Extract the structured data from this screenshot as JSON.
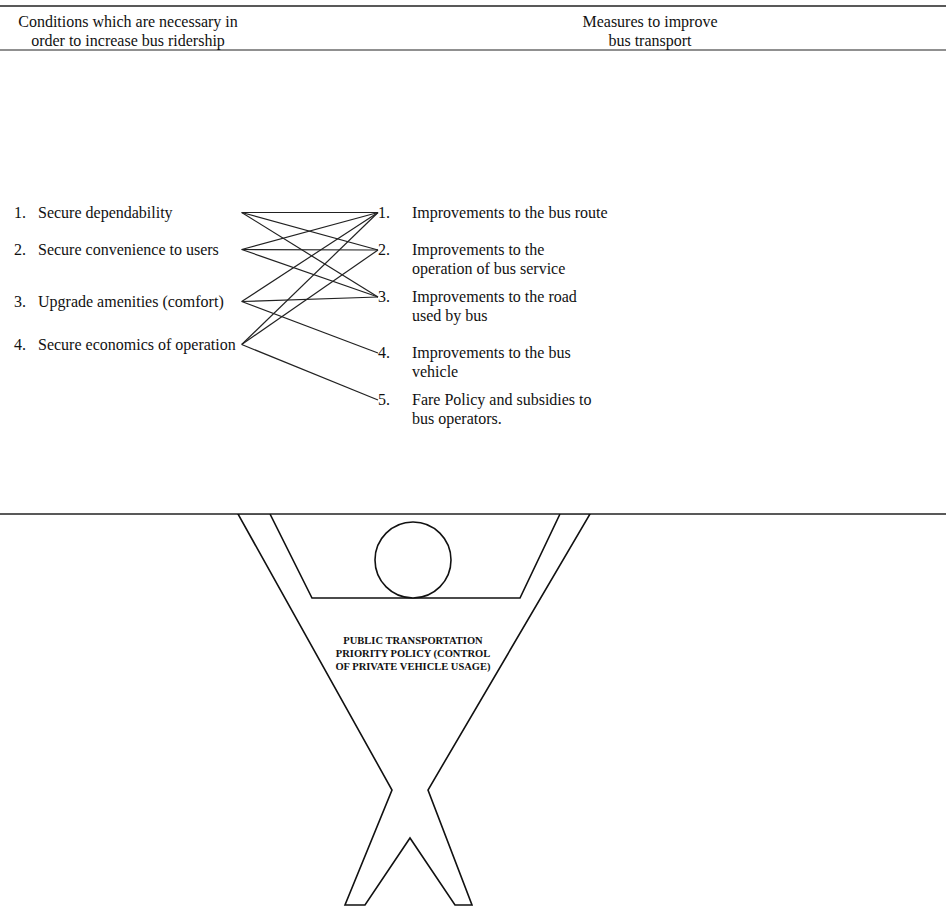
{
  "diagram": {
    "nodes": [
      {
        "text": [
          "1.",
          "Secure dependability"
        ]
      },
      {
        "text": [
          "2.",
          "Secure convenience to users"
        ]
      },
      {
        "text": [
          "3.",
          "Upgrade amenities (comfort)"
        ]
      },
      {
        "text": [
          "4.",
          "Secure economics of operation"
        ]
      },
      {
        "text": [
          "1.",
          "Improvements to the bus route"
        ]
      },
      {
        "text": [
          "2.",
          "Improvements to the operation of bus service"
        ]
      },
      {
        "text": [
          "3.",
          "Improvements to the road used by bus"
        ]
      },
      {
        "text": [
          "4.",
          "Improvements to the bus vehicle"
        ]
      },
      {
        "text": [
          "5.",
          "Fare Policy and subsidies to bus operators."
        ]
      },
      {
        "text": [
          "PUBLIC TRANSPORTATION PRIORITY POLICY (CONTROL OF PRIVATE VEHICLE USAGE)"
        ]
      }
    ],
    "edges": [
      {
        "from": 0,
        "to": 4,
        "arrow": "none"
      },
      {
        "from": 0,
        "to": 5,
        "arrow": "none"
      },
      {
        "from": 0,
        "to": 6,
        "arrow": "none"
      },
      {
        "from": 1,
        "to": 4,
        "arrow": "none"
      },
      {
        "from": 1,
        "to": 5,
        "arrow": "none"
      },
      {
        "from": 1,
        "to": 6,
        "arrow": "none"
      },
      {
        "from": 2,
        "to": 4,
        "arrow": "none"
      },
      {
        "from": 2,
        "to": 6,
        "arrow": "none"
      },
      {
        "from": 2,
        "to": 7,
        "arrow": "none"
      },
      {
        "from": 3,
        "to": 4,
        "arrow": "none"
      },
      {
        "from": 3,
        "to": 5,
        "arrow": "none"
      },
      {
        "from": 3,
        "to": 8,
        "arrow": "none"
      }
    ],
    "labels": [
      "Conditions which are necessary in order to increase bus ridership",
      "Measures to improve bus transport"
    ]
  }
}
